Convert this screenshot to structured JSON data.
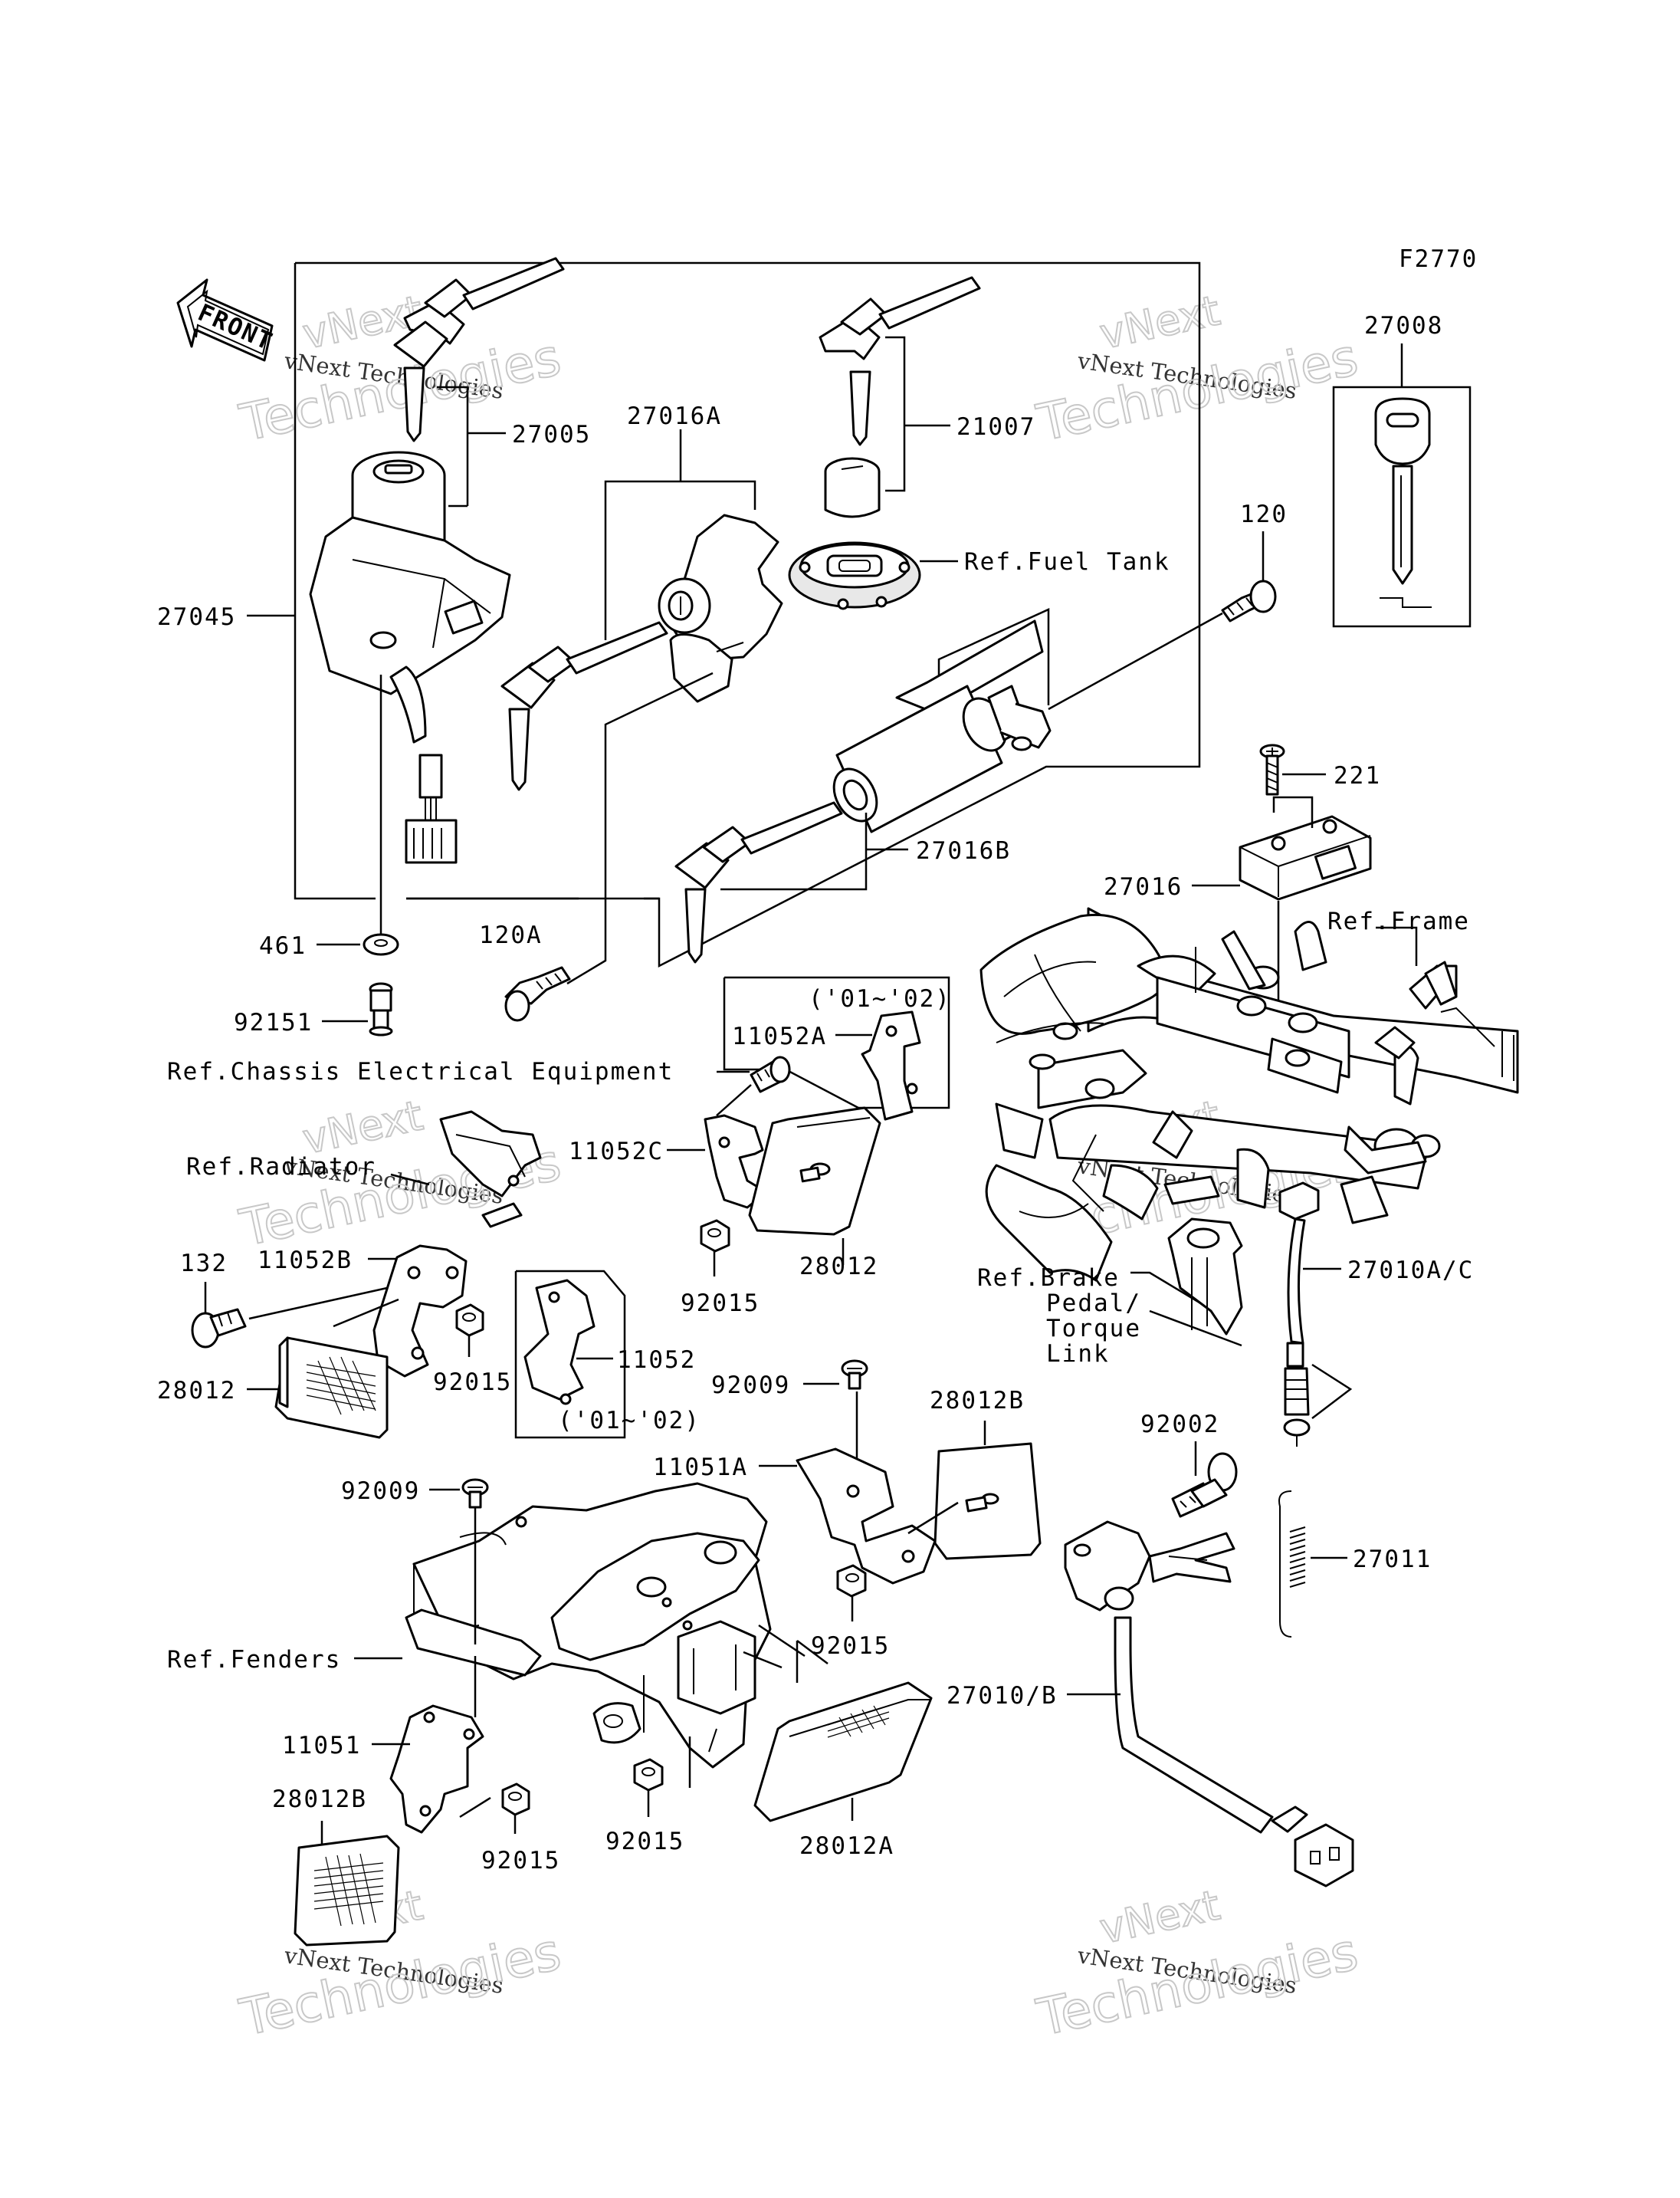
{
  "figure_code": "F2770",
  "front_label": "FRONT",
  "watermark": {
    "line1": "vNext",
    "line2": "vNext Technologies",
    "line3": "Technologies"
  },
  "labels": {
    "p27005": "27005",
    "p27016A": "27016A",
    "p21007": "21007",
    "pFuelTank": "Ref.Fuel Tank",
    "p27008": "27008",
    "p27045": "27045",
    "p120": "120",
    "p221": "221",
    "p27016": "27016",
    "pFrame": "Ref.Frame",
    "p27016B": "27016B",
    "p461": "461",
    "p120A": "120A",
    "p92151": "92151",
    "p0102a": "('01~'02)",
    "p11052A": "11052A",
    "pChassis": "Ref.Chassis Electrical Equipment",
    "pRadiator": "Ref.Radiator",
    "p11052C": "11052C",
    "p132": "132",
    "p11052B": "11052B",
    "p28012r": "28012",
    "p92015a": "92015",
    "p28012l": "28012",
    "p92015b": "92015",
    "p11052": "11052",
    "p0102b": "('01~'02)",
    "p92009a": "92009",
    "p28012B1": "28012B",
    "pBrake1": "Ref.Brake",
    "pBrake2": "Pedal/",
    "pBrake3": "Torque",
    "pBrake4": "Link",
    "p27010AC": "27010A/C",
    "p92002": "92002",
    "p11051A": "11051A",
    "p92009b": "92009",
    "p27011": "27011",
    "p92015c": "92015",
    "pFenders": "Ref.Fenders",
    "p27010B": "27010/B",
    "p11051": "11051",
    "p28012B2": "28012B",
    "p92015d": "92015",
    "p92015e": "92015",
    "p28012A": "28012A"
  }
}
